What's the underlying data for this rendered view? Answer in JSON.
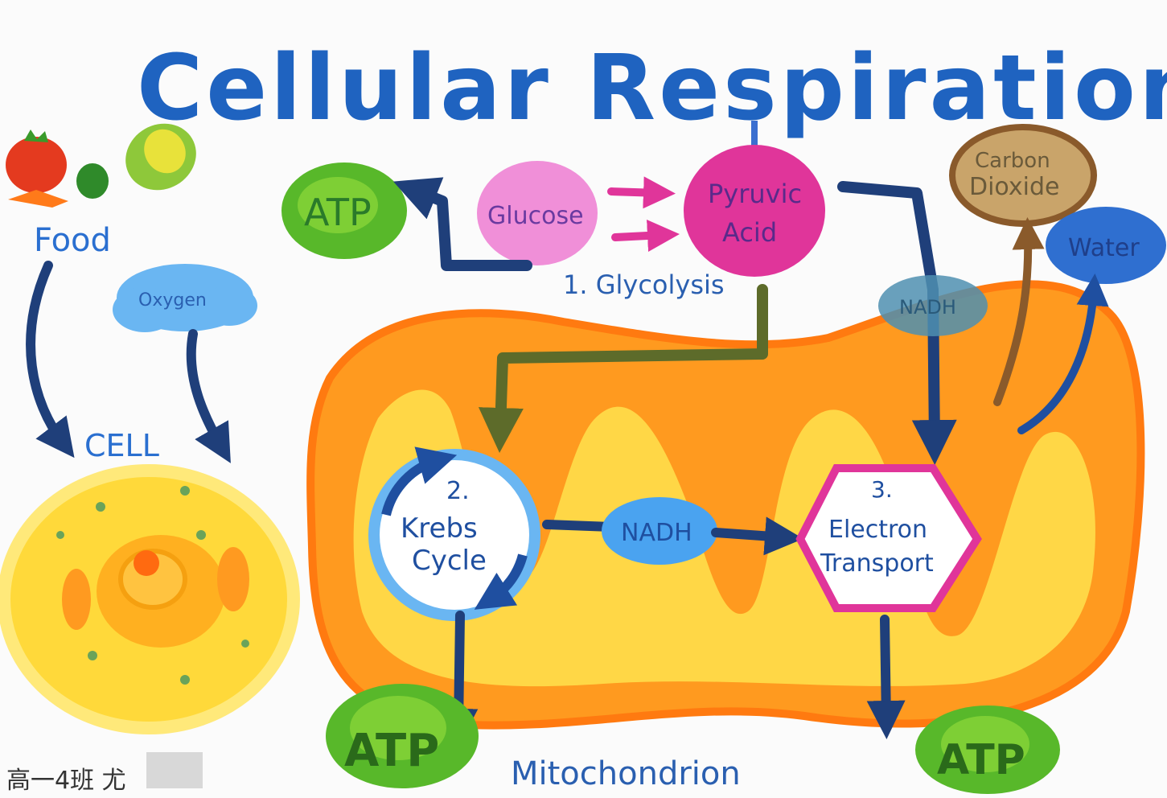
{
  "title": "Cellular Respiration",
  "labels": {
    "food": "Food",
    "oxygen": "Oxygen",
    "cell": "CELL",
    "atp_top": "ATP",
    "glucose": "Glucose",
    "pyruvic_line1": "Pyruvic",
    "pyruvic_line2": "Acid",
    "glycolysis": "1. Glycolysis",
    "carbon_line1": "Carbon",
    "carbon_line2": "Dioxide",
    "water": "Water",
    "nadh_top": "NADH",
    "krebs_num": "2.",
    "krebs_line1": "Krebs",
    "krebs_line2": "Cycle",
    "nadh_middle": "NADH",
    "electron_num": "3.",
    "electron_line1": "Electron",
    "electron_line2": "Transport",
    "atp_bottom_left": "ATP",
    "atp_bottom_right": "ATP",
    "mitochondrion": "Mitochondrion",
    "signature": "高一4班 尤"
  },
  "colors": {
    "title_blue": "#1f63c0",
    "arrow_navy": "#1f3f7a",
    "arrow_olive": "#5d6b2a",
    "atp_green": "#58b82a",
    "glucose_pink": "#f08fd8",
    "pyruvic_magenta": "#e0359a",
    "orange": "#ff9a1f",
    "yellow": "#ffe24d",
    "brown": "#8a5a2b",
    "carbon_tan": "#c9a46a",
    "water_blue": "#2f6fd0",
    "nadh_blue": "#4aa3f0",
    "hexagon_magenta": "#e0359a"
  }
}
